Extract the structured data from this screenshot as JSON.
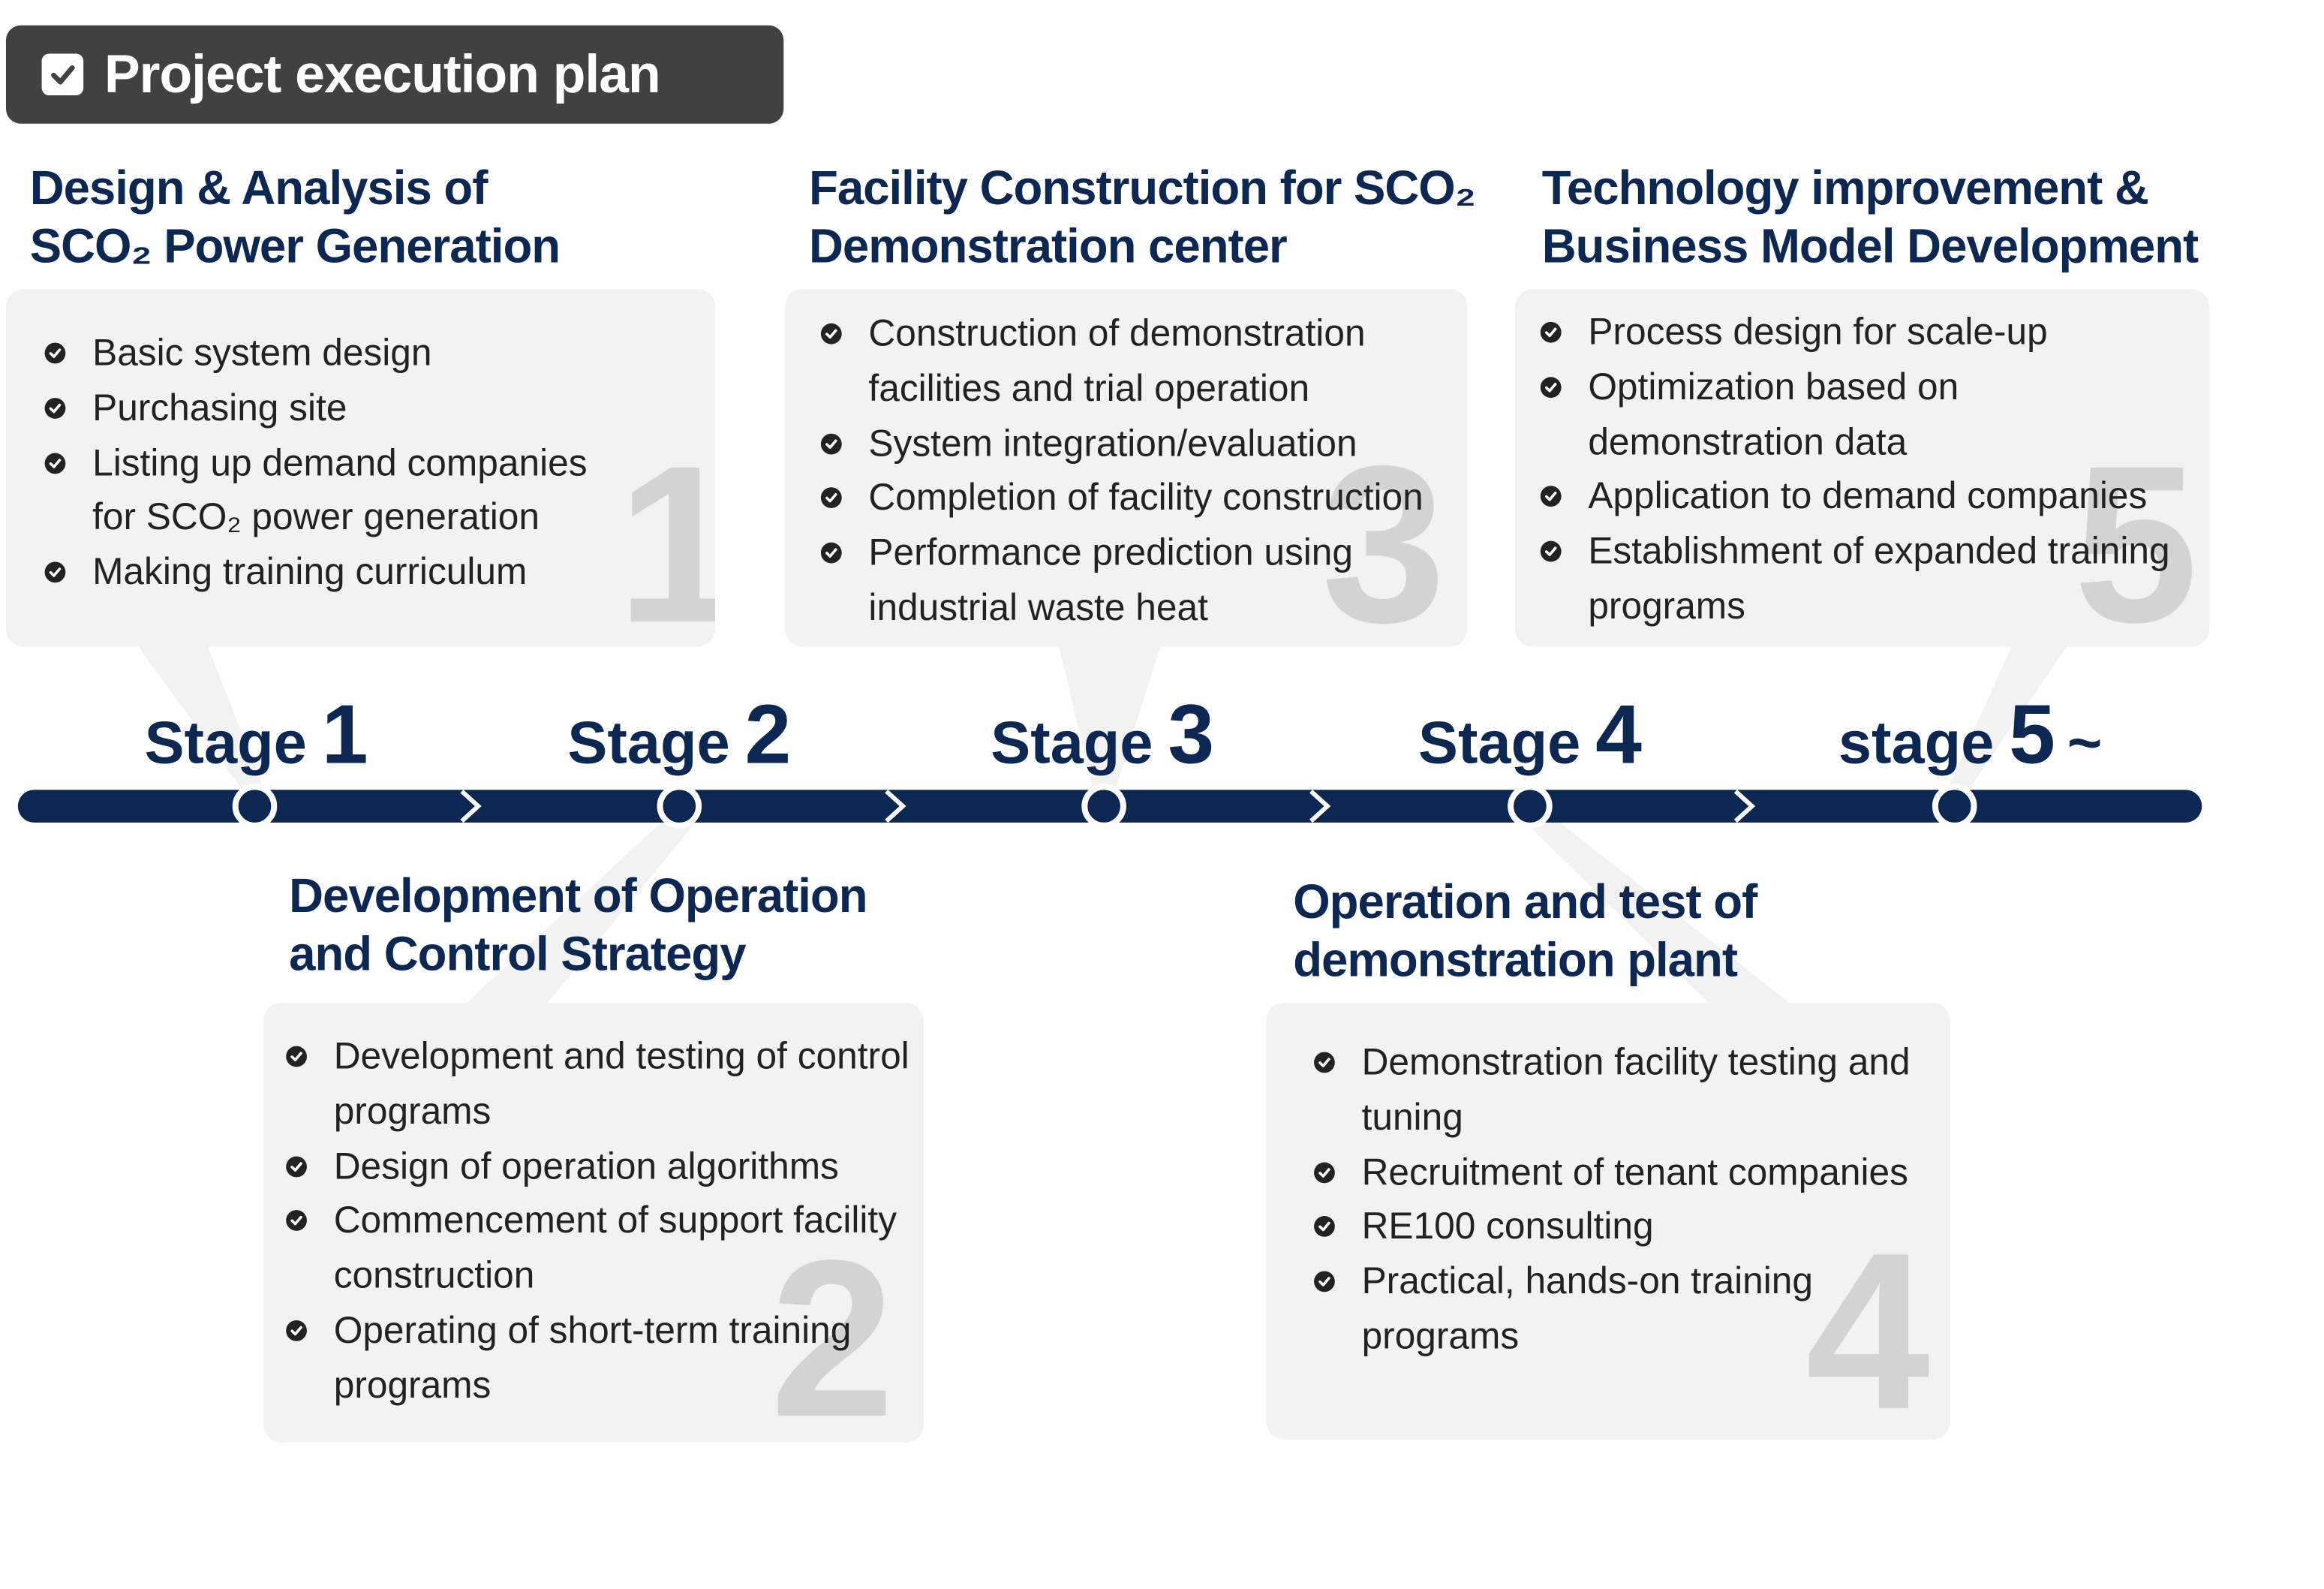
{
  "header": {
    "icon": "checkbox-checked-icon",
    "title": "Project execution plan",
    "bg_color": "#414141"
  },
  "colors": {
    "navy": "#0c2852",
    "box_bg": "#f2f2f2",
    "big_number": "#d3d3d3"
  },
  "timeline": {
    "stages": [
      {
        "word": "Stage",
        "number": "1",
        "suffix": ""
      },
      {
        "word": "Stage",
        "number": "2",
        "suffix": ""
      },
      {
        "word": "Stage",
        "number": "3",
        "suffix": ""
      },
      {
        "word": "Stage",
        "number": "4",
        "suffix": ""
      },
      {
        "word": "stage",
        "number": "5",
        "suffix": "~"
      }
    ]
  },
  "cards": {
    "s1": {
      "title": "Design & Analysis of\nSCO₂ Power Generation",
      "number": "1",
      "items": [
        "Basic system design",
        "Purchasing site",
        "Listing up demand companies for SCO₂ power generation",
        "Making training curriculum"
      ]
    },
    "s2": {
      "title": "Development of Operation\nand Control Strategy",
      "number": "2",
      "items": [
        "Development and testing of control programs",
        "Design of operation algorithms",
        "Commencement of support facility construction",
        "Operating of short-term training programs"
      ]
    },
    "s3": {
      "title": "Facility Construction for SCO₂\nDemonstration center",
      "number": "3",
      "items": [
        "Construction of demonstration facilities and trial operation",
        "System integration/evaluation",
        "Completion of facility construction",
        "Performance prediction using industrial waste heat"
      ]
    },
    "s4": {
      "title": "Operation and test of\ndemonstration plant",
      "number": "4",
      "items": [
        "Demonstration facility testing and tuning",
        "Recruitment of tenant companies",
        "RE100 consulting",
        "Practical, hands-on training programs"
      ]
    },
    "s5": {
      "title": "Technology improvement &\nBusiness Model Development",
      "number": "5",
      "items": [
        "Process design for scale-up",
        "Optimization based on demonstration data",
        "Application to demand companies",
        "Establishment of expanded training programs"
      ]
    }
  }
}
